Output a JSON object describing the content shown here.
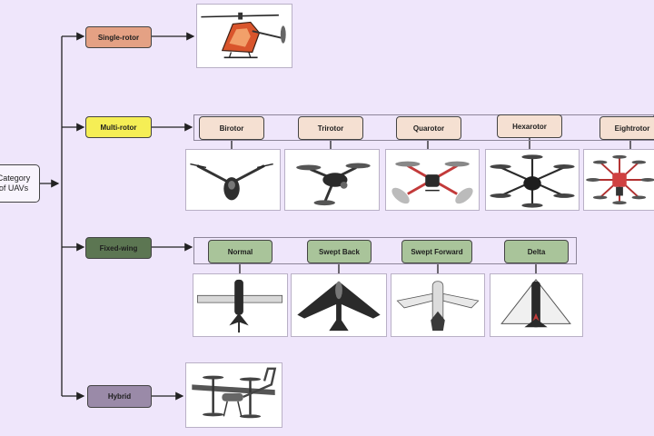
{
  "root": {
    "line1": "Category",
    "line2": "of UAVs"
  },
  "categories": {
    "single": {
      "label": "Single-rotor",
      "color": "#e4a184"
    },
    "multi": {
      "label": "Multi-rotor",
      "color": "#f5ee55"
    },
    "fixed": {
      "label": "Fixed-wing",
      "color": "#5c7652"
    },
    "hybrid": {
      "label": "Hybrid",
      "color": "#9a8aa8"
    }
  },
  "multirotor_types": [
    {
      "label": "Birotor"
    },
    {
      "label": "Trirotor"
    },
    {
      "label": "Quarotor"
    },
    {
      "label": "Hexarotor"
    },
    {
      "label": "Eightrotor"
    }
  ],
  "fixedwing_types": [
    {
      "label": "Normal"
    },
    {
      "label": "Swept Back"
    },
    {
      "label": "Swept Forward"
    },
    {
      "label": "Delta"
    }
  ],
  "colors": {
    "sub_multi": "#f5e0d2",
    "sub_fixed": "#a9c49a",
    "line": "#222222"
  }
}
